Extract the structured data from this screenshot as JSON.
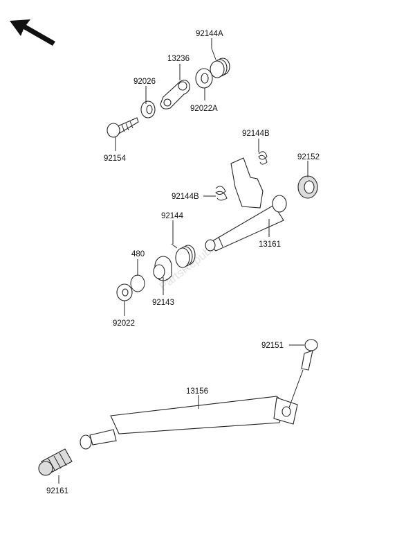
{
  "watermark": "PartsRepublik",
  "labels": {
    "p92144A": "92144A",
    "p13236": "13236",
    "p92026": "92026",
    "p92022A": "92022A",
    "p92154": "92154",
    "p92144B_top": "92144B",
    "p92152": "92152",
    "p92144B_left": "92144B",
    "p92144": "92144",
    "p13161": "13161",
    "p480": "480",
    "p92143": "92143",
    "p92022": "92022",
    "p92151": "92151",
    "p13156": "13156",
    "p92161": "92161"
  },
  "icons": {
    "direction_arrow": "arrow-up-left-icon"
  }
}
